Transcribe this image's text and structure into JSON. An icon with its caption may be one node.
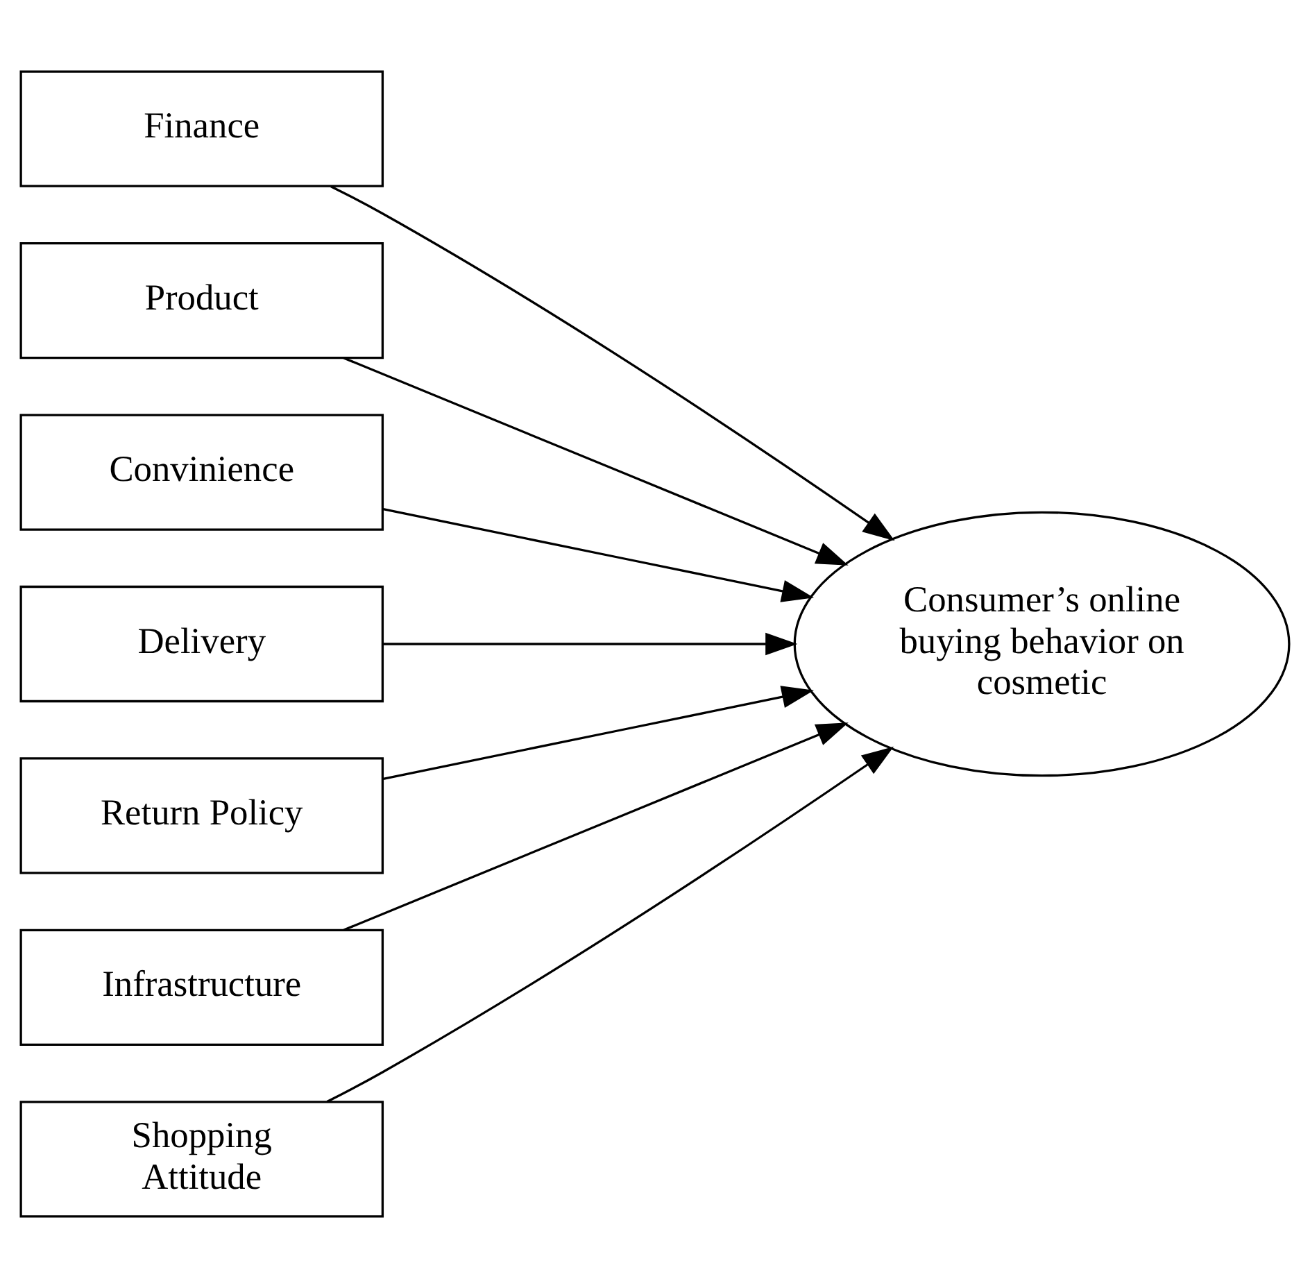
{
  "diagram": {
    "nodes": [
      {
        "text": [
          "Finance"
        ]
      },
      {
        "text": [
          "Product"
        ]
      },
      {
        "text": [
          "Convinience"
        ]
      },
      {
        "text": [
          "Delivery"
        ]
      },
      {
        "text": [
          "Return Policy"
        ]
      },
      {
        "text": [
          "Infrastructure"
        ]
      },
      {
        "text": [
          "Shopping Attitude"
        ]
      },
      {
        "text": [
          "Consumer’s online buying behavior on cosmetic"
        ]
      }
    ],
    "edges": [
      {
        "from": 0,
        "to": 7,
        "arrow": "to"
      },
      {
        "from": 1,
        "to": 7,
        "arrow": "to"
      },
      {
        "from": 2,
        "to": 7,
        "arrow": "to"
      },
      {
        "from": 3,
        "to": 7,
        "arrow": "to"
      },
      {
        "from": 4,
        "to": 7,
        "arrow": "to"
      },
      {
        "from": 5,
        "to": 7,
        "arrow": "to"
      },
      {
        "from": 6,
        "to": 7,
        "arrow": "to"
      }
    ]
  }
}
